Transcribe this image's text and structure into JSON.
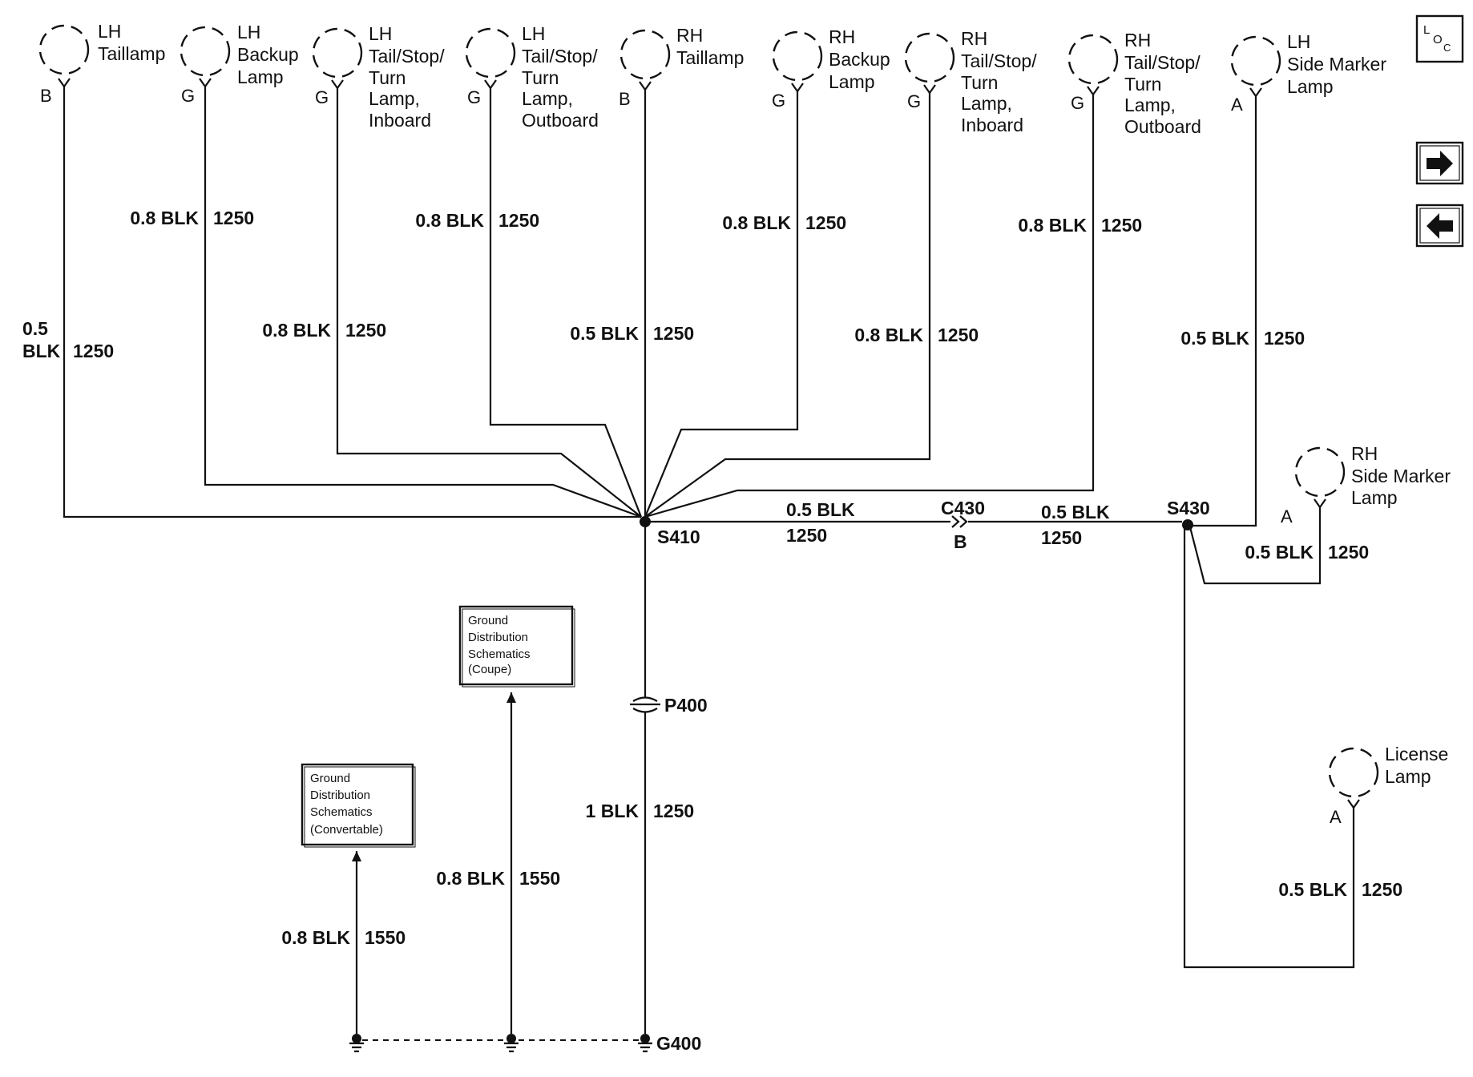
{
  "lamps": {
    "lh_taillamp": {
      "lines": [
        "LH",
        "Taillamp"
      ],
      "pin": "B"
    },
    "lh_backup": {
      "lines": [
        "LH",
        "Backup",
        "Lamp"
      ],
      "pin": "G"
    },
    "lh_tst_inboard": {
      "lines": [
        "LH",
        "Tail/Stop/",
        "Turn",
        "Lamp,",
        "Inboard"
      ],
      "pin": "G"
    },
    "lh_tst_outboard": {
      "lines": [
        "LH",
        "Tail/Stop/",
        "Turn",
        "Lamp,",
        "Outboard"
      ],
      "pin": "G"
    },
    "rh_taillamp": {
      "lines": [
        "RH",
        "Taillamp"
      ],
      "pin": "B"
    },
    "rh_backup": {
      "lines": [
        "RH",
        "Backup",
        "Lamp"
      ],
      "pin": "G"
    },
    "rh_tst_inboard": {
      "lines": [
        "RH",
        "Tail/Stop/",
        "Turn",
        "Lamp,",
        "Inboard"
      ],
      "pin": "G"
    },
    "rh_tst_outboard": {
      "lines": [
        "RH",
        "Tail/Stop/",
        "Turn",
        "Lamp,",
        "Outboard"
      ],
      "pin": "G"
    },
    "lh_side_marker": {
      "lines": [
        "LH",
        "Side Marker",
        "Lamp"
      ],
      "pin": "A"
    },
    "rh_side_marker": {
      "lines": [
        "RH",
        "Side Marker",
        "Lamp"
      ],
      "pin": "A"
    },
    "license": {
      "lines": [
        "License",
        "Lamp"
      ],
      "pin": "A"
    }
  },
  "wires": {
    "w1a": "0.5",
    "w1b": "BLK",
    "w1c": "1250",
    "w2a": "0.8 BLK",
    "w2b": "1250",
    "w3a": "0.8 BLK",
    "w3b": "1250",
    "w4a": "0.8 BLK",
    "w4b": "1250",
    "w5a": "0.5 BLK",
    "w5b": "1250",
    "w6a": "0.8 BLK",
    "w6b": "1250",
    "w7a": "0.8 BLK",
    "w7b": "1250",
    "w8a": "0.8 BLK",
    "w8b": "1250",
    "w9a": "0.5 BLK",
    "w9b": "1250",
    "h1a": "0.5 BLK",
    "h1b": "1250",
    "h2a": "0.5 BLK",
    "h2b": "1250",
    "w10a": "0.5 BLK",
    "w10b": "1250",
    "w11a": "0.5 BLK",
    "w11b": "1250",
    "w12a": "1 BLK",
    "w12b": "1250",
    "w13a": "0.8 BLK",
    "w13b": "1550",
    "w14a": "0.8 BLK",
    "w14b": "1550"
  },
  "components": {
    "s410": "S410",
    "s430": "S430",
    "c430": "C430",
    "c430_pin": "B",
    "p400": "P400",
    "g400": "G400"
  },
  "refs": {
    "coupe": [
      "Ground",
      "Distribution",
      "Schematics",
      "(Coupe)"
    ],
    "convertible": [
      "Ground",
      "Distribution",
      "Schematics",
      "(Convertable)"
    ]
  },
  "nav": {
    "loc": {
      "l": "L",
      "o": "O",
      "c": "C"
    },
    "next_icon": "arrow-right-icon",
    "prev_icon": "arrow-left-icon"
  }
}
